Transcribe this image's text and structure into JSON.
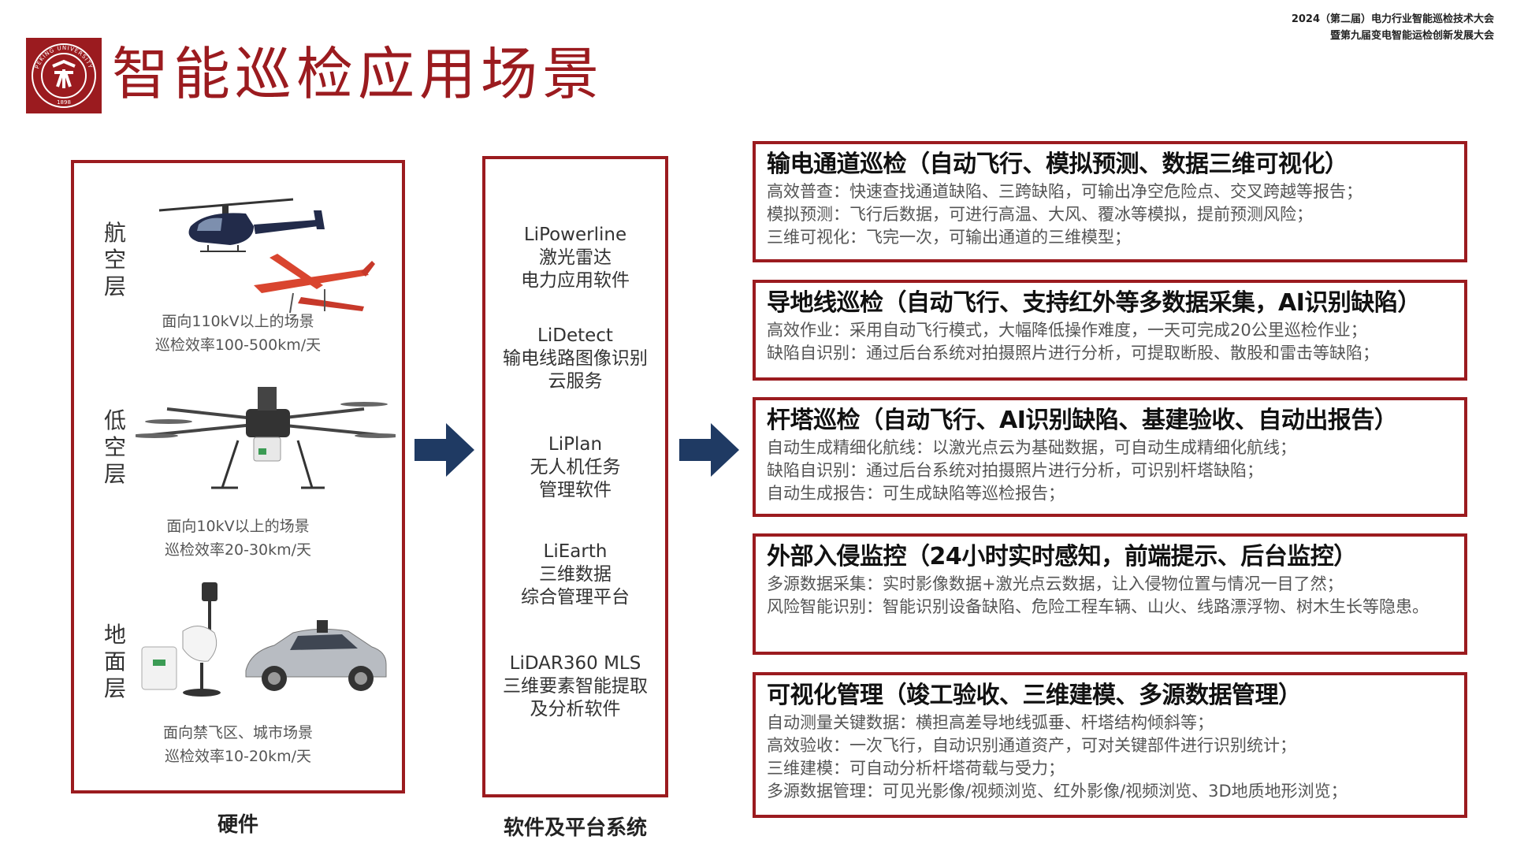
{
  "header": {
    "conference_line1": "2024（第二届）电力行业智能巡检技术大会",
    "conference_line2": "暨第九届变电智能运检创新发展大会",
    "page_title": "智能巡检应用场景",
    "logo_text": "PEKING UNIVERSITY",
    "logo_year": "1898"
  },
  "hardware": {
    "caption": "硬件",
    "layers": [
      {
        "name": "航空层",
        "scene": "面向110kV以上的场景",
        "efficiency": "巡检效率100-500km/天"
      },
      {
        "name": "低空层",
        "scene": "面向10kV以上的场景",
        "efficiency": "巡检效率20-30km/天"
      },
      {
        "name": "地面层",
        "scene": "面向禁飞区、城市场景",
        "efficiency": "巡检效率10-20km/天"
      }
    ]
  },
  "software": {
    "caption": "软件及平台系统",
    "items": [
      {
        "name": "LiPowerline",
        "line1": "激光雷达",
        "line2": "电力应用软件"
      },
      {
        "name": "LiDetect",
        "line1": "输电线路图像识别",
        "line2": "云服务"
      },
      {
        "name": "LiPlan",
        "line1": "无人机任务",
        "line2": "管理软件"
      },
      {
        "name": "LiEarth",
        "line1": "三维数据",
        "line2": "综合管理平台"
      },
      {
        "name": "LiDAR360 MLS",
        "line1": "三维要素智能提取",
        "line2": "及分析软件"
      }
    ]
  },
  "scenarios": [
    {
      "title": "输电通道巡检（自动飞行、模拟预测、数据三维可视化）",
      "lines": [
        "高效普查：快速查找通道缺陷、三跨缺陷，可输出净空危险点、交叉跨越等报告；",
        "模拟预测：飞行后数据，可进行高温、大风、覆冰等模拟，提前预测风险；",
        "三维可视化：飞完一次，可输出通道的三维模型；"
      ]
    },
    {
      "title": "导地线巡检（自动飞行、支持红外等多数据采集，AI识别缺陷）",
      "lines": [
        "高效作业：采用自动飞行模式，大幅降低操作难度，一天可完成20公里巡检作业；",
        "缺陷自识别：通过后台系统对拍摄照片进行分析，可提取断股、散股和雷击等缺陷；"
      ]
    },
    {
      "title": "杆塔巡检（自动飞行、AI识别缺陷、基建验收、自动出报告）",
      "lines": [
        "自动生成精细化航线：以激光点云为基础数据，可自动生成精细化航线；",
        "缺陷自识别：通过后台系统对拍摄照片进行分析，可识别杆塔缺陷；",
        "自动生成报告：可生成缺陷等巡检报告；"
      ]
    },
    {
      "title": "外部入侵监控（24小时实时感知，前端提示、后台监控）",
      "lines": [
        "多源数据采集：实时影像数据+激光点云数据，让入侵物位置与情况一目了然；",
        "风险智能识别：智能识别设备缺陷、危险工程车辆、山火、线路漂浮物、树木生长等隐患。"
      ]
    },
    {
      "title": "可视化管理（竣工验收、三维建模、多源数据管理）",
      "lines": [
        "自动测量关键数据：横担高差导地线弧垂、杆塔结构倾斜等；",
        "高效验收：一次飞行，自动识别通道资产，可对关键部件进行识别统计；",
        "三维建模：可自动分析杆塔荷载与受力；",
        "多源数据管理：可见光影像/视频浏览、红外影像/视频浏览、3D地质地形浏览；"
      ]
    }
  ],
  "colors": {
    "brand": "#9b1b1f",
    "arrow": "#1f3a63"
  }
}
